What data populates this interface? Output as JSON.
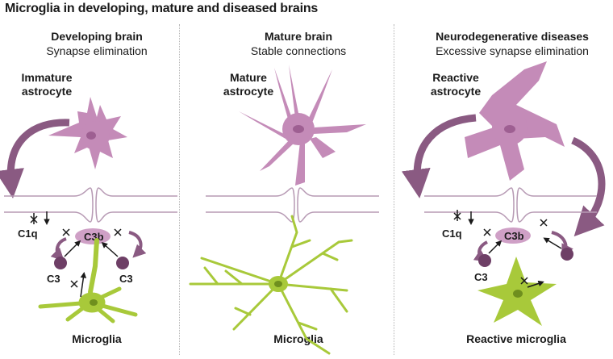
{
  "title": "Microglia in developing, mature and diseased brains",
  "panels": [
    {
      "heading": "Developing brain",
      "subheading": "Synapse elimination",
      "astrocyte_label": [
        "Immature",
        "astrocyte"
      ],
      "protein_labels": {
        "c1q": "C1q",
        "c3b": "C3b",
        "c3": "C3"
      },
      "microglia_label": "Microglia"
    },
    {
      "heading": "Mature brain",
      "subheading": "Stable connections",
      "astrocyte_label": [
        "Mature",
        "astrocyte"
      ],
      "microglia_label": "Microglia"
    },
    {
      "heading": "Neurodegenerative diseases",
      "subheading": "Excessive synapse elimination",
      "astrocyte_label": [
        "Reactive",
        "astrocyte"
      ],
      "protein_labels": {
        "c1q": "C1q",
        "c3b": "C3b",
        "c3": "C3"
      },
      "microglia_label": "Reactive microglia"
    }
  ],
  "colors": {
    "astrocyte": "#c48bb8",
    "astrocyte_nucleus": "#9e5f92",
    "arrow": "#8a5a82",
    "microglia": "#a8c93a",
    "microglia_nucleus": "#6f8f1e",
    "synapse_line": "#b79ab4",
    "c3_dot": "#6e3f66",
    "c3b": "#cfa0c6"
  }
}
